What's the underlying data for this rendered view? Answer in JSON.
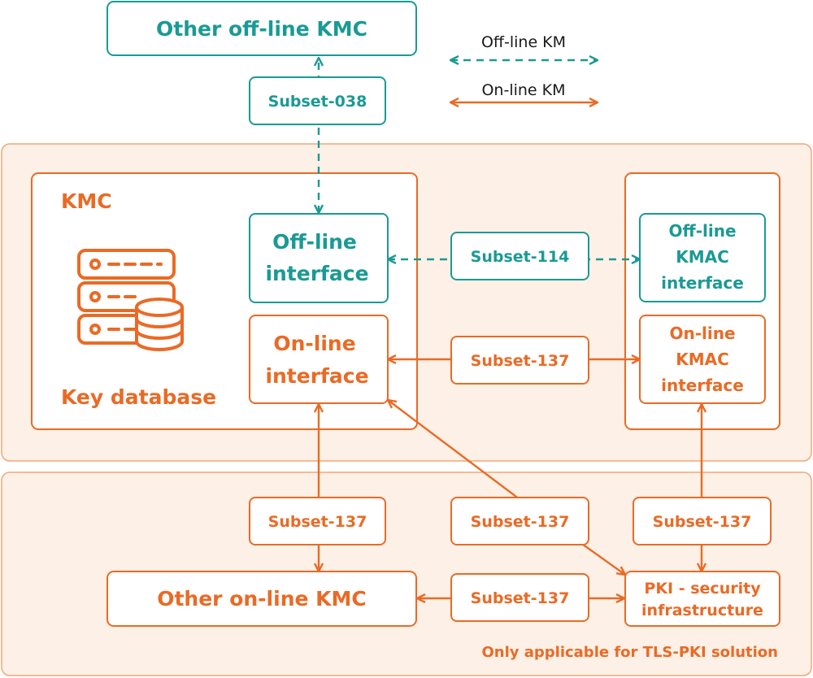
{
  "legend": {
    "offline_label": "Off-line KM",
    "online_label": "On-line KM"
  },
  "other_offline_kmc": {
    "label": "Other off-line KMC"
  },
  "kmc": {
    "title": "KMC",
    "key_database_label": "Key database",
    "offline_interface": {
      "line1": "Off-line",
      "line2": "interface"
    },
    "online_interface": {
      "line1": "On-line",
      "line2": "interface"
    }
  },
  "kmac": {
    "offline": {
      "line1": "Off-line",
      "line2": "KMAC",
      "line3": "interface"
    },
    "online": {
      "line1": "On-line",
      "line2": "KMAC",
      "line3": "interface"
    }
  },
  "subsets": {
    "offline_to_other": "Subset-038",
    "offline_to_kmac": "Subset-114",
    "online_to_kmac": "Subset-137",
    "online_to_other_online": "Subset-137",
    "online_to_pki": "Subset-137",
    "kmac_to_pki": "Subset-137",
    "other_online_to_pki": "Subset-137"
  },
  "other_online_kmc": {
    "label": "Other on-line KMC"
  },
  "pki": {
    "line1": "PKI - security",
    "line2": "infrastructure"
  },
  "tls_note": "Only applicable for TLS-PKI solution",
  "colors": {
    "teal": "#1a9a94",
    "orange": "#ea6a25",
    "orange_bg": "#fdf0e6",
    "orange_border": "#f3a577"
  },
  "icons": [
    "database-server-icon"
  ]
}
